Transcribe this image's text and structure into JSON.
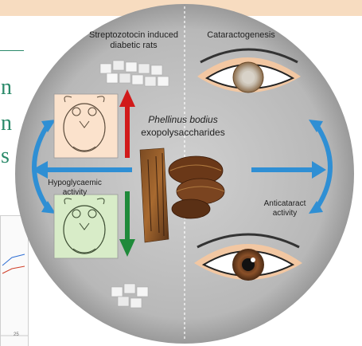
{
  "center": {
    "species": "Phellinus bodius",
    "compound": "exopolysaccharides"
  },
  "labels": {
    "strepto": "Streptozotocin induced diabetic rats",
    "catarac": "Cataractogenesis",
    "hypo": "Hypoglycaemic activity",
    "anti": "Anticataract activity"
  },
  "left_edge": {
    "letters": [
      "n",
      "n",
      "s"
    ],
    "tick": "25"
  },
  "colors": {
    "disk": "#bdbdbd",
    "arrow_blue": "#2f8fd4",
    "arrow_red": "#d11a1a",
    "arrow_green": "#1f8a3a",
    "band": "#f7dcc0",
    "panel_orange": "#fbe2cc",
    "panel_green": "#d8ecc8"
  },
  "icons": [
    "rat-drawing",
    "eye-cataract",
    "eye-healthy",
    "sugar-cubes",
    "mushroom-photo"
  ]
}
